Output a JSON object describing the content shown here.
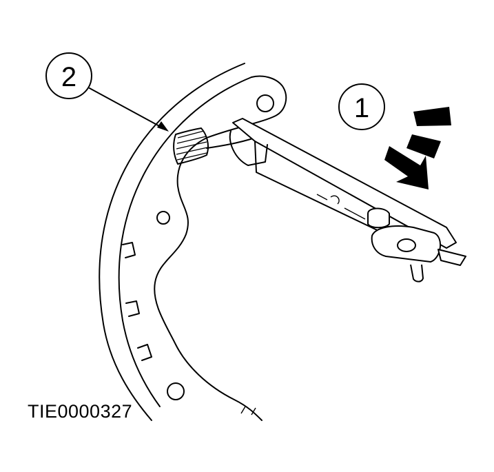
{
  "figure": {
    "id_label": "TIE0000327"
  },
  "callouts": [
    {
      "number": "1",
      "target": "adjuster-lever-assembly"
    },
    {
      "number": "2",
      "target": "return-spring"
    }
  ],
  "colors": {
    "line": "#000000",
    "spring": "#f2d23c",
    "background": "#ffffff"
  }
}
